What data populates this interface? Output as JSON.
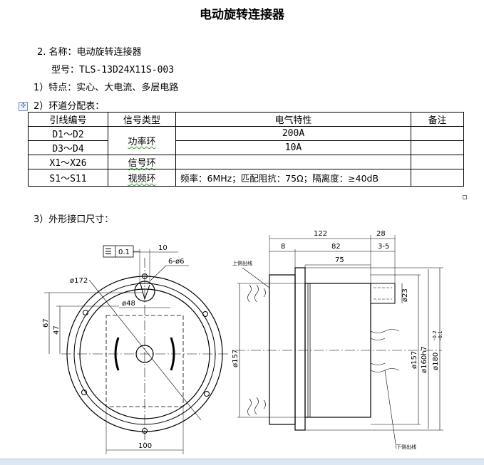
{
  "title": "电动旋转连接器",
  "lines": {
    "name": "2. 名称：电动旋转连接器",
    "model": "型号：TLS-13D24X11S-003",
    "features": "1）特点：实心、大电流、多层电路",
    "ring_allocation": "2）环道分配表：",
    "dimensions": "3）外形接口尺寸："
  },
  "table": {
    "headers": [
      "引线编号",
      "信号类型",
      "电气特性",
      "备注"
    ],
    "rows": [
      {
        "leads": "D1～D2",
        "type": "功率环",
        "spec": "200A",
        "note": ""
      },
      {
        "leads": "D3～D4",
        "type": "",
        "spec": "10A",
        "note": ""
      },
      {
        "leads": "X1～X26",
        "type": "信号环",
        "spec": "",
        "note": ""
      },
      {
        "leads": "S1～S11",
        "type": "视频环",
        "spec": "频率：6MHz；匹配阻抗：75Ω；隔离度：≥40dB",
        "note": ""
      }
    ]
  },
  "drawing": {
    "front": {
      "flatness_symbol": "☰",
      "flatness_value": "0.1",
      "dim_10": "10",
      "holes": "6-ø6",
      "dia_172": "ø172",
      "dia_48": "ø48",
      "dim_67": "67",
      "dim_47": "47",
      "dim_100": "100"
    },
    "side": {
      "dim_122": "122",
      "dim_28": "28",
      "dim_8": "8",
      "dim_82": "82",
      "dim_3_5": "3-5",
      "dim_75": "75",
      "dia_23": "ø23",
      "dia_157": "ø157",
      "dia_160": "ø160h7",
      "dia_180": "ø180",
      "tol_upper": "-0.2",
      "tol_lower": "-0.1",
      "upper_lead": "上侧出线",
      "lower_lead": "下侧出线"
    }
  }
}
